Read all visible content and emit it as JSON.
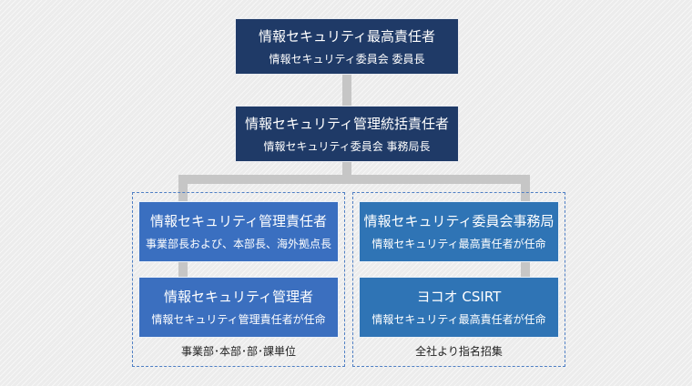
{
  "top": {
    "title": "情報セキュリティ最高責任者",
    "subtitle": "情報セキュリティ委員会 委員長"
  },
  "second": {
    "title": "情報セキュリティ管理統括責任者",
    "subtitle": "情報セキュリティ委員会 事務局長"
  },
  "left_group": {
    "box1": {
      "title": "情報セキュリティ管理責任者",
      "subtitle": "事業部長および、本部長、海外拠点長"
    },
    "box2": {
      "title": "情報セキュリティ管理者",
      "subtitle": "情報セキュリティ管理責任者が任命"
    },
    "caption": "事業部･本部･部･課単位"
  },
  "right_group": {
    "box1": {
      "title": "情報セキュリティ委員会事務局",
      "subtitle": "情報セキュリティ最高責任者が任命"
    },
    "box2": {
      "title": "ヨコオ CSIRT",
      "subtitle": "情報セキュリティ最高責任者が任命"
    },
    "caption": "全社より指名招集"
  },
  "colors": {
    "dark_box": "#1f3a67",
    "mid_box": "#3a6fc0",
    "teal_box": "#2f74b5",
    "connector": "#c6c6c6",
    "group_border": "#4f7fc4"
  }
}
